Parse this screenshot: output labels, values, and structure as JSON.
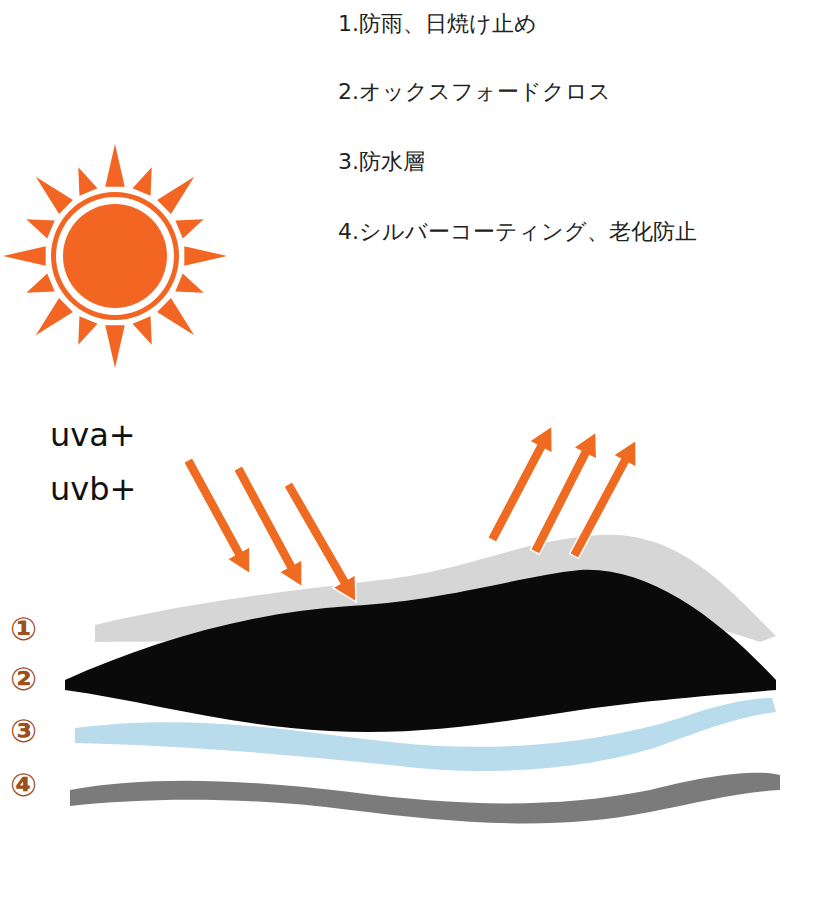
{
  "diagram": {
    "labels": [
      "1.防雨、日焼け止め",
      "2.オックスフォードクロス",
      "3.防水層",
      "4.シルバーコーティング、老化防止",
      "uva+",
      "uvb+",
      "①",
      "②",
      "③",
      "④"
    ]
  }
}
